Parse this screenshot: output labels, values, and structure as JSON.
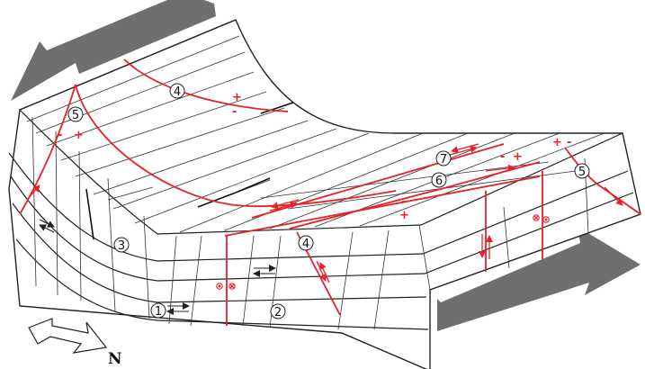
{
  "colors": {
    "fault": "#e8202a",
    "outline": "#222222",
    "arrow": "#6f6f6f",
    "background": "#ffffff"
  },
  "labels": [
    "1",
    "2",
    "3",
    "4",
    "4",
    "5",
    "5",
    "6",
    "7"
  ],
  "signs": [
    "+",
    "-",
    "+",
    "-",
    "+",
    "-",
    "+",
    "-",
    "+",
    "-"
  ],
  "north": {
    "letter": "N",
    "icon": "north-arrow-icon"
  },
  "icons": [
    "compression-arrow-icon",
    "dot-in-circle-icon",
    "cross-in-circle-icon",
    "slip-arrow-icon"
  ]
}
